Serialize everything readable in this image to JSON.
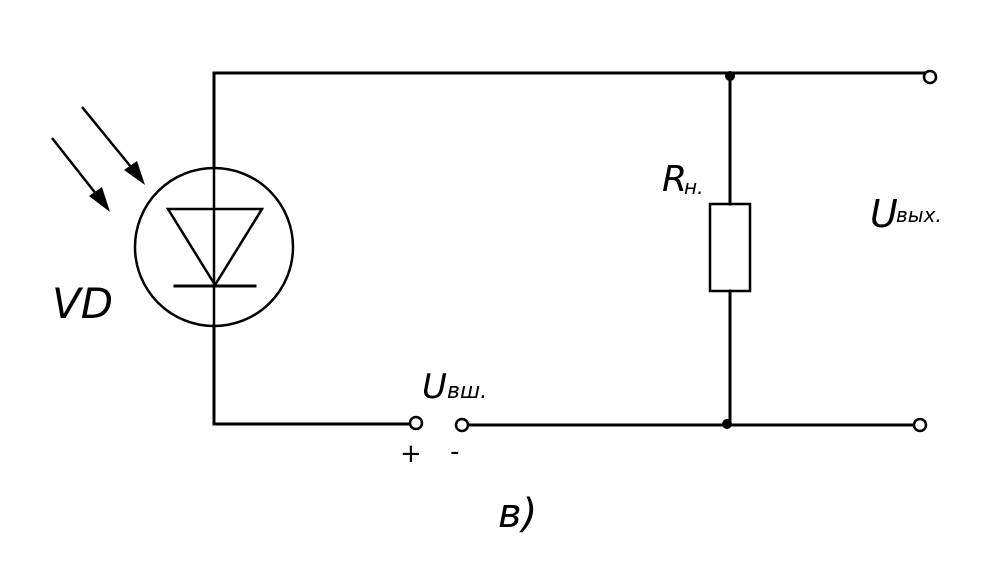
{
  "labels": {
    "diode": "VD",
    "resistor_main": "R",
    "resistor_sub": "н.",
    "input_main": "U",
    "input_sub": "вш.",
    "output_main": "U",
    "output_sub": "вых.",
    "plus": "+",
    "minus": "-",
    "caption": "в)"
  }
}
